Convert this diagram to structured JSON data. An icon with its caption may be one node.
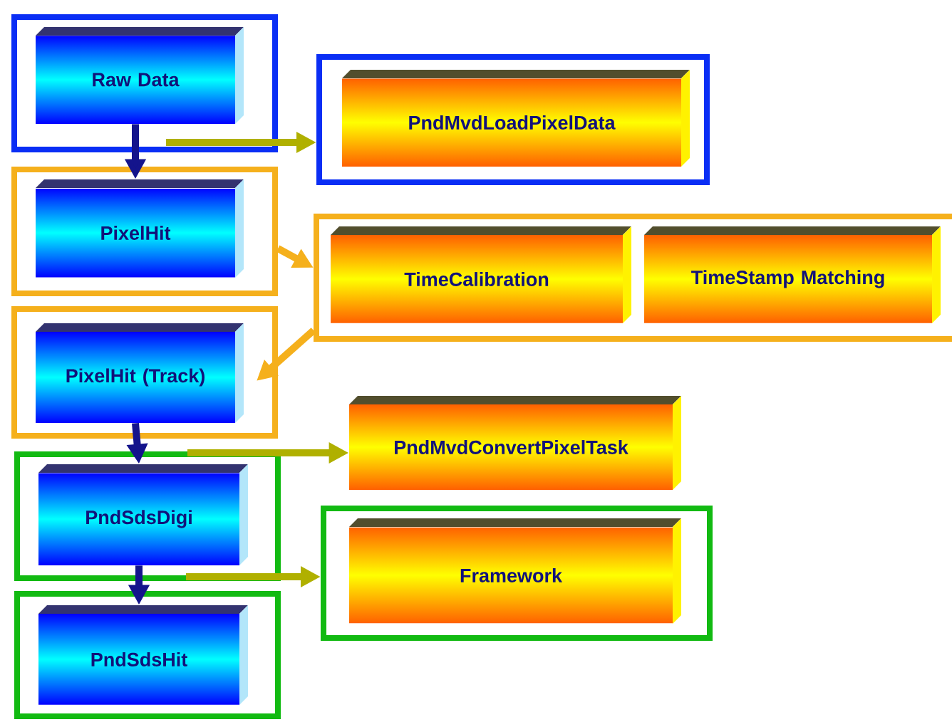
{
  "diagram": {
    "nodes": [
      {
        "text": [],
        "shape": "box"
      },
      {
        "text": [
          "Raw Data"
        ],
        "in": 0
      },
      {
        "text": [],
        "shape": "box"
      },
      {
        "text": [
          "PndMvdLoadPixelData"
        ],
        "in": 2
      },
      {
        "text": [],
        "shape": "box"
      },
      {
        "text": [
          "PixelHit"
        ],
        "in": 4
      },
      {
        "text": [],
        "shape": "box"
      },
      {
        "text": [
          "TimeCalibration"
        ],
        "in": 6
      },
      {
        "text": [
          "TimeStamp Matching"
        ],
        "in": 6
      },
      {
        "text": [],
        "shape": "box"
      },
      {
        "text": [
          "PixelHit (Track)"
        ],
        "in": 9
      },
      {
        "text": [
          "PndMvdConvertPixelTask"
        ]
      },
      {
        "text": [],
        "shape": "box"
      },
      {
        "text": [
          "PndSdsDigi"
        ],
        "in": 12
      },
      {
        "text": [],
        "shape": "box"
      },
      {
        "text": [
          "Framework"
        ],
        "in": 14
      },
      {
        "text": [],
        "shape": "box"
      },
      {
        "text": [
          "PndSdsHit"
        ],
        "in": 16
      }
    ],
    "edges": [
      {
        "from": 1,
        "to": 5,
        "arrow": "to"
      },
      {
        "from": 0,
        "to": 2,
        "arrow": "to",
        "color": "#b0b000"
      },
      {
        "from": 4,
        "to": 6,
        "arrow": "to",
        "color": "#f5b01c"
      },
      {
        "from": 6,
        "to": 9,
        "arrow": "to",
        "color": "#f5b01c"
      },
      {
        "from": 10,
        "to": 13,
        "arrow": "to"
      },
      {
        "from": 9,
        "to": 11,
        "arrow": "to",
        "color": "#b0b000"
      },
      {
        "from": 13,
        "to": 17,
        "arrow": "to"
      },
      {
        "from": 12,
        "to": 14,
        "arrow": "to",
        "color": "#b0b000"
      }
    ]
  }
}
